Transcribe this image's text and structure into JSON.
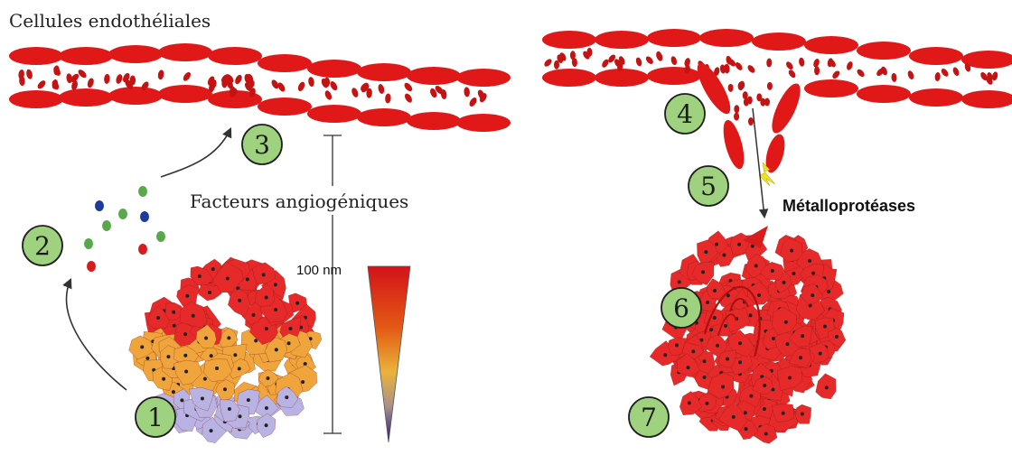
{
  "labels": {
    "endothelial": "Cellules endothéliales",
    "factors": "Facteurs angiogéniques",
    "scale": "100 nm",
    "mmp": "Métalloprotéases"
  },
  "steps": [
    "1",
    "2",
    "3",
    "4",
    "5",
    "6",
    "7"
  ],
  "colors": {
    "vessel_red": "#e01818",
    "tumor_red": "#e62a2a",
    "tumor_orange": "#f0a53c",
    "tumor_lavender": "#b9b3e4",
    "factor_green": "#5aa84c",
    "factor_blue": "#1e3a9a",
    "factor_red": "#d81c1c",
    "step_circle": "#9fd27e"
  }
}
